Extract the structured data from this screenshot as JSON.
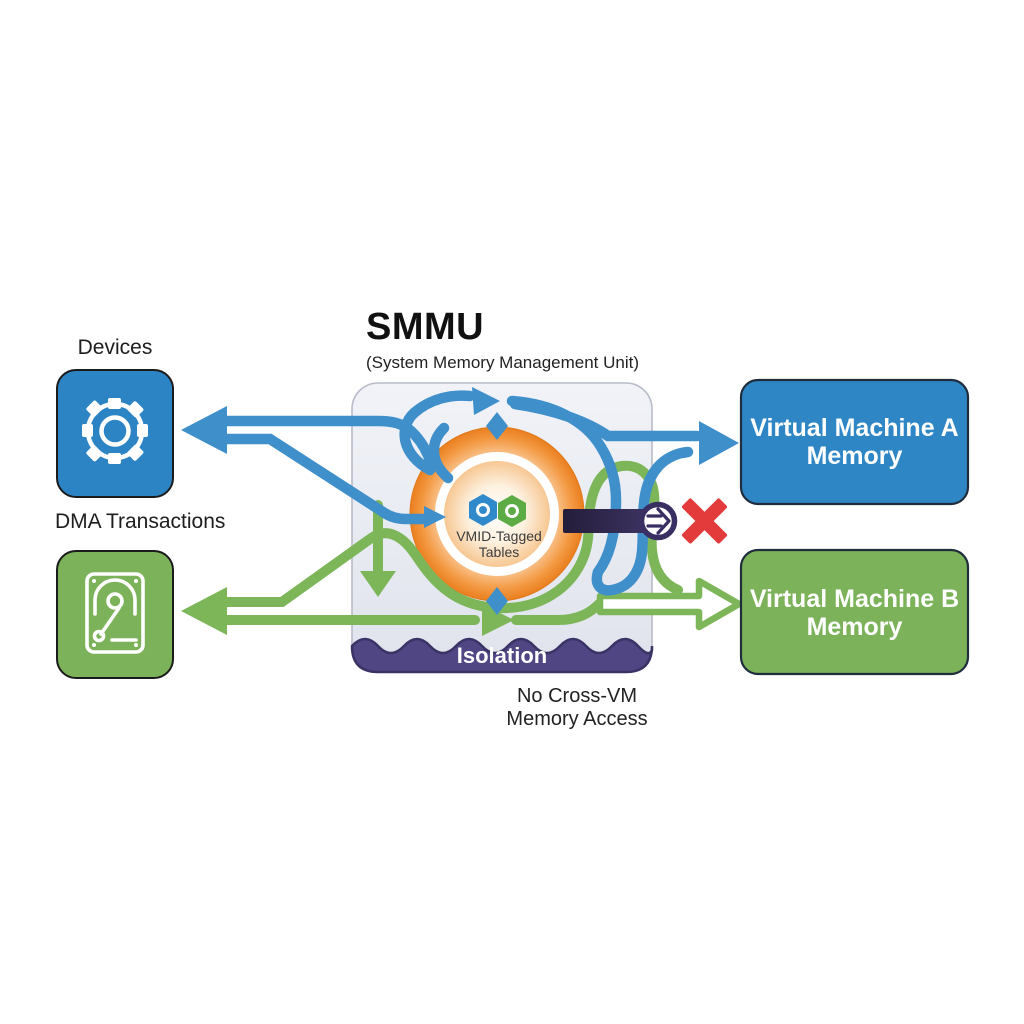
{
  "title": {
    "main": "SMMU",
    "subtitle": "(System Memory Management Unit)"
  },
  "left_column": {
    "devices_label": "Devices",
    "dma_label": "DMA Transactions"
  },
  "smmu_core": {
    "tables_line1": "VMID-Tagged",
    "tables_line2": "Tables",
    "isolation_label": "Isolation"
  },
  "blocked_note": {
    "line1": "No Cross-VM",
    "line2": "Memory Access"
  },
  "vm_a": {
    "line1": "Virtual Machine A",
    "line2": "Memory"
  },
  "vm_b": {
    "line1": "Virtual Machine B",
    "line2": "Memory"
  },
  "icons": {
    "devices_box": "gear-icon",
    "dma_box": "hard-drive-icon",
    "core_left": "hexagon-blue-icon",
    "core_right": "hexagon-green-icon",
    "blocked_port": "arrow-circle-icon",
    "blocked_mark": "blocked-x-icon"
  },
  "colors": {
    "blue_box": "#2d84c4",
    "blue_arrow": "#3f8fcb",
    "green_box": "#7cb25a",
    "green_arrow": "#7cb659",
    "orange_ring": "#ee8527",
    "purple_band": "#4f4683",
    "purple_bar": "#332b52",
    "red_x": "#e33b3b",
    "smmu_panel": "#e9ecf3"
  }
}
